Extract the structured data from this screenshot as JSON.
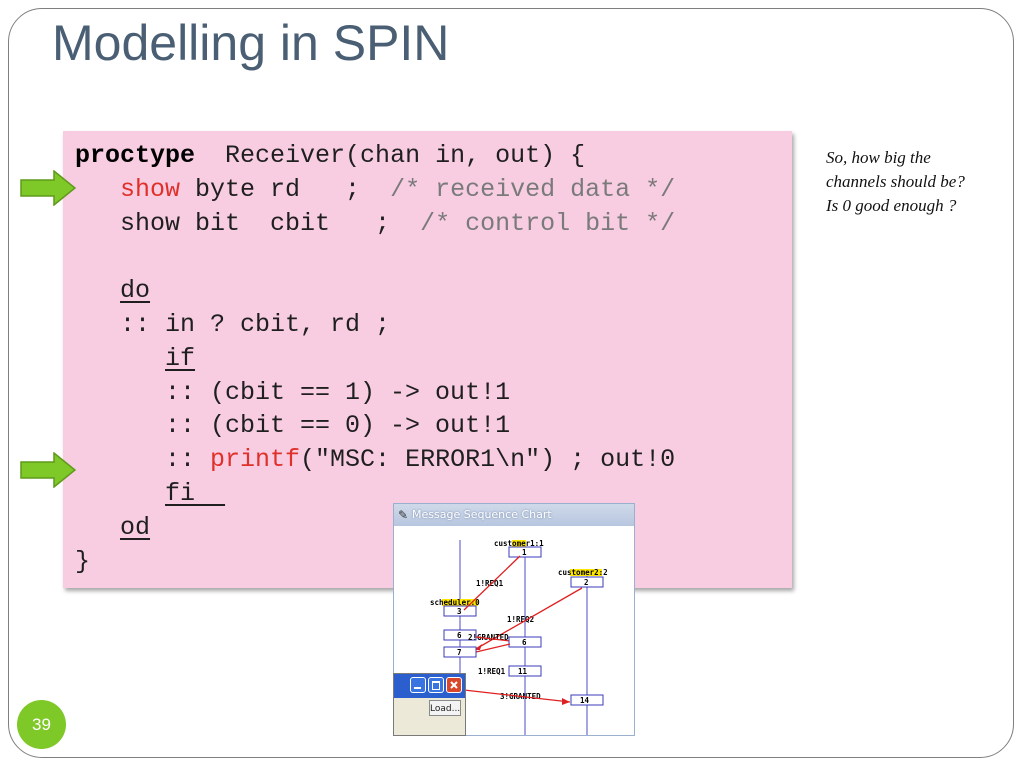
{
  "slide": {
    "title": "Modelling in SPIN",
    "page_number": "39"
  },
  "code": {
    "l1_kw": "proctype",
    "l1_rest": "  Receiver(chan in, out) {",
    "l2_indent": "   ",
    "l2_kw": "show",
    "l2_mid": " byte rd   ;  ",
    "l2_cmt": "/* received data */",
    "l3": "   show bit  cbit   ;  ",
    "l3_cmt": "/* control bit */",
    "l5_indent": "   ",
    "l5_do": "do",
    "l6": "   :: in ? cbit, rd ;",
    "l7_indent": "      ",
    "l7_if": "if",
    "l8": "      :: (cbit == 1) -> out!1",
    "l9": "      :: (cbit == 0) -> out!1",
    "l10_a": "      :: ",
    "l10_printf": "printf",
    "l10_b": "(\"MSC: ERROR1\\n\") ; out!0",
    "l11_indent": "      ",
    "l11_fi": "fi  ",
    "l12_indent": "   ",
    "l12_od": "od",
    "l13": "}"
  },
  "note": {
    "text": "So, how big the channels should be? Is 0 good enough ?"
  },
  "msc": {
    "title": "Message Sequence Chart",
    "proc1": "customer1:1",
    "proc2": "customer2:2",
    "proc3": "scheduler:0",
    "box1": "1",
    "box2": "2",
    "box3": "3",
    "box6a": "6",
    "box6b": "6",
    "box7": "7",
    "box11": "11",
    "box14": "14",
    "msg1": "1!REQ1",
    "msg2": "1!REQ2",
    "msg3": "2!GRANTED",
    "msg4": "1!REQ1",
    "msg5": "3!GRANTED",
    "load_label": "Load..."
  },
  "colors": {
    "title": "#4a5e74",
    "code_bg": "#f8cde2",
    "keyword_red": "#e0302a",
    "comment_gray": "#7a7a7a",
    "arrow_green": "#7ec827",
    "page_badge": "#7ec827"
  }
}
